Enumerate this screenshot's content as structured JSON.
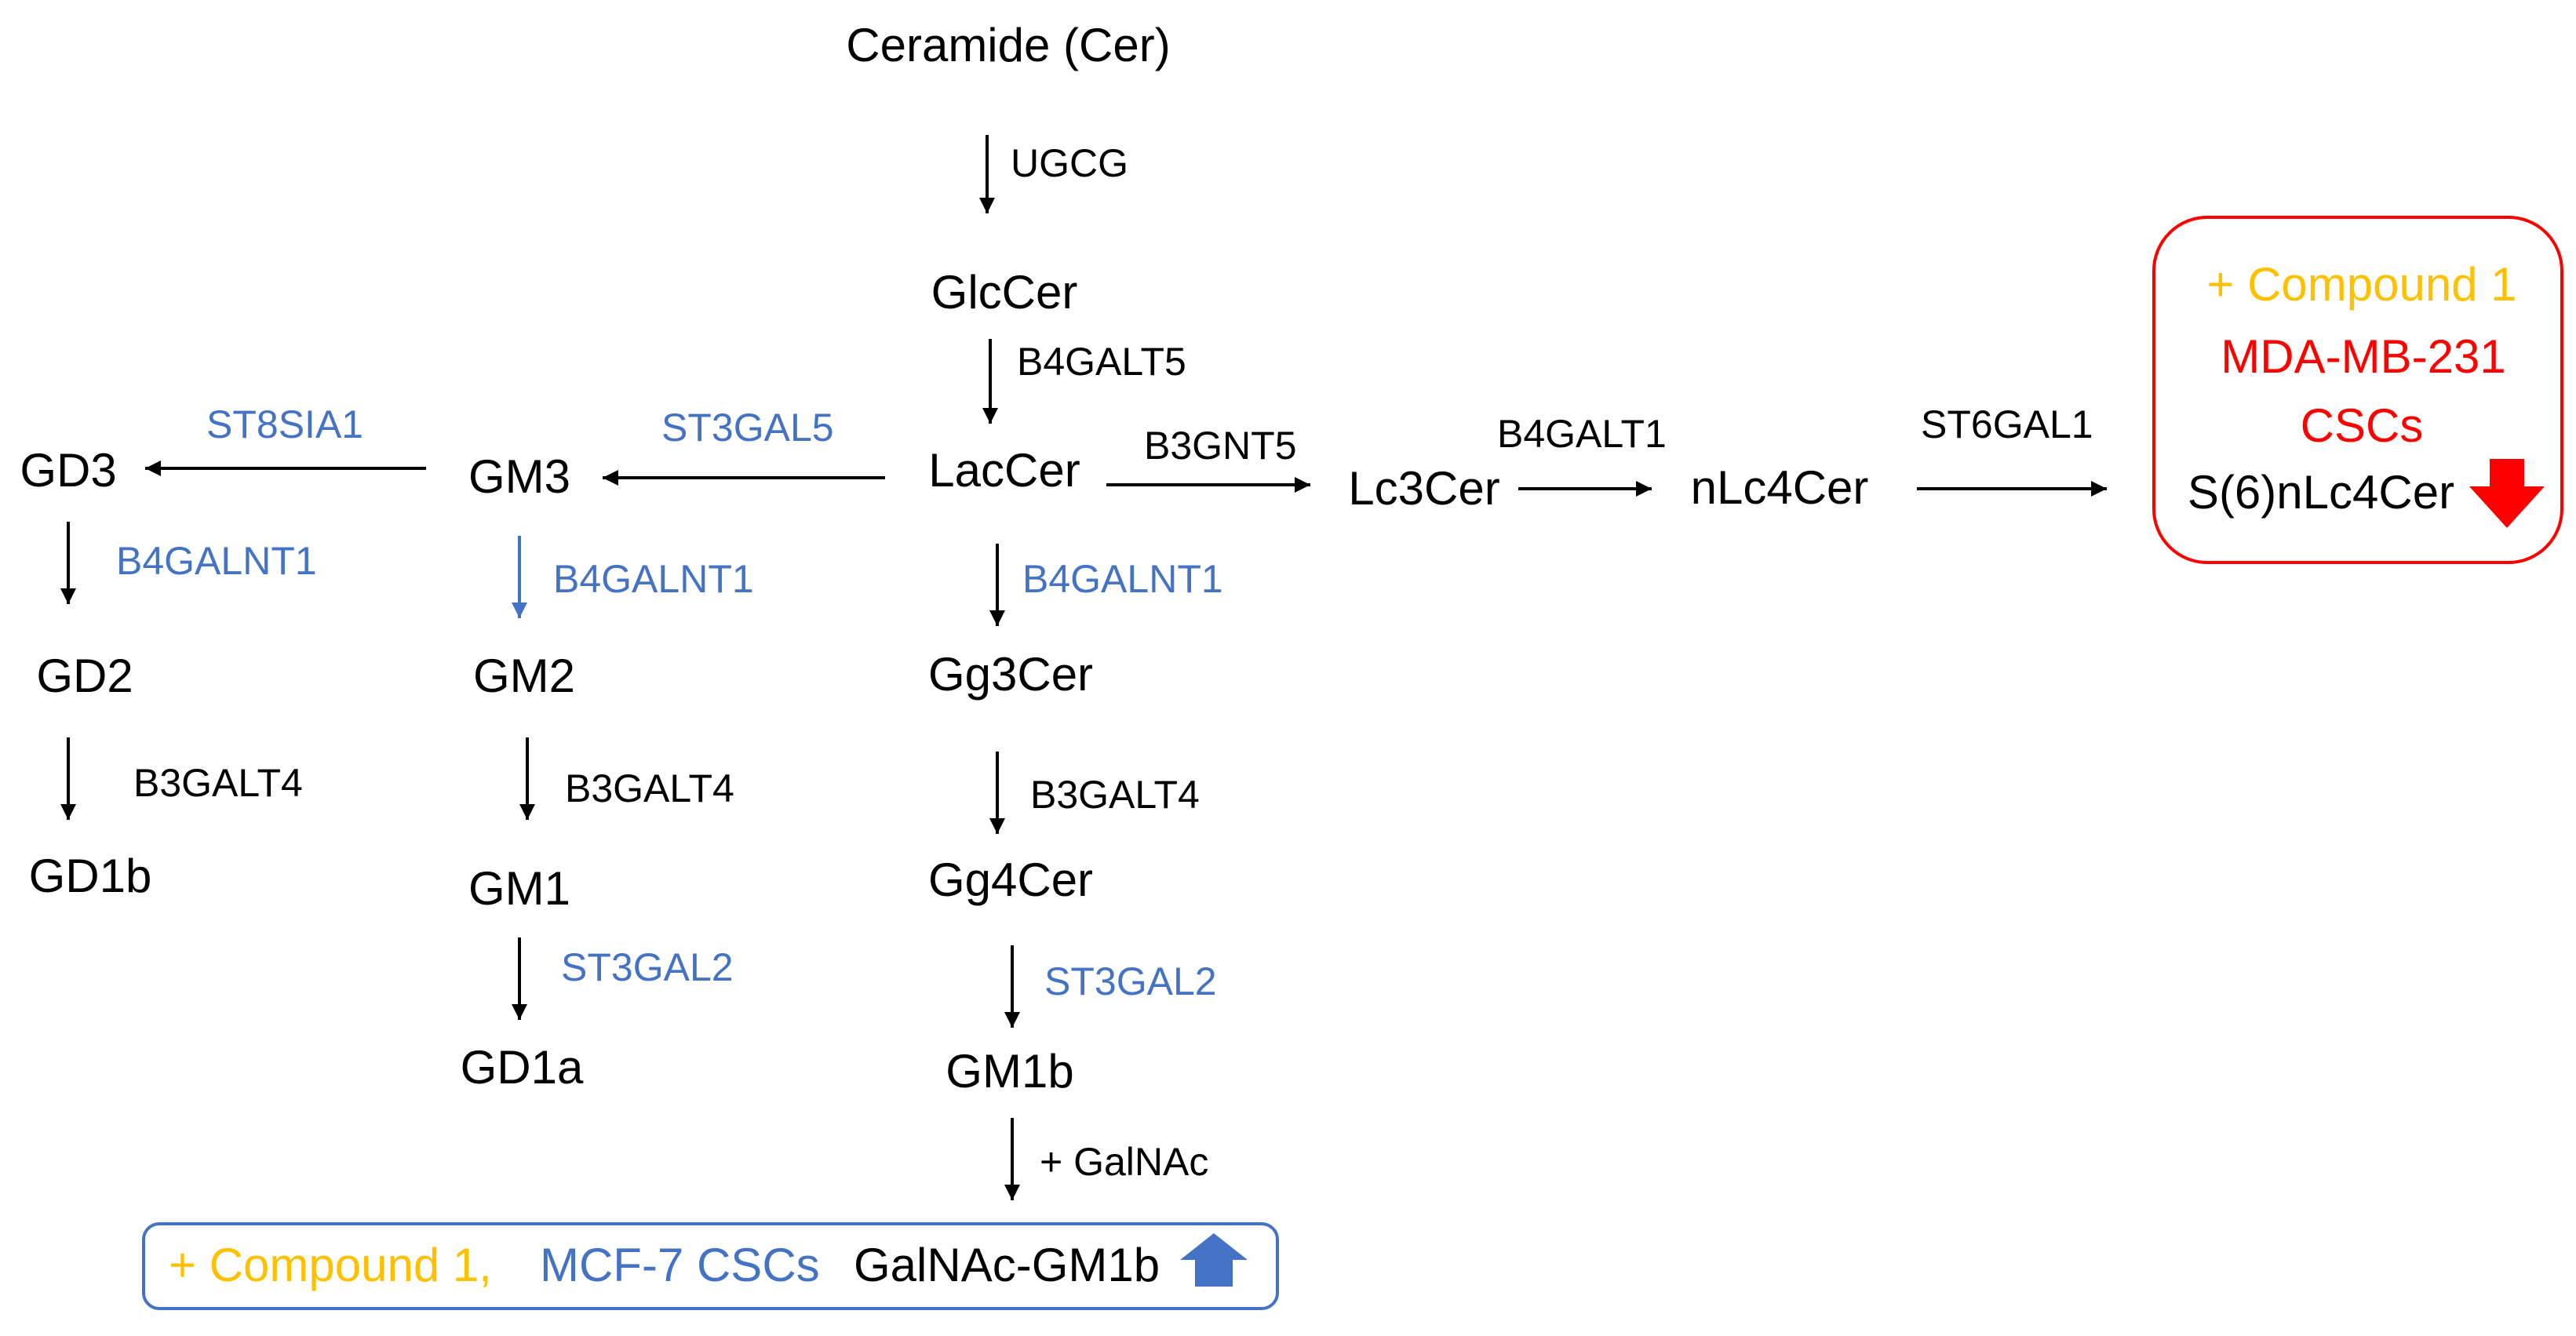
{
  "colors": {
    "black": "#000000",
    "blue": "#4472C4",
    "red": "#FF0000",
    "orange": "#FFC000"
  },
  "nodes": {
    "ceramide": "Ceramide (Cer)",
    "glccer": "GlcCer",
    "laccer": "LacCer",
    "gm3": "GM3",
    "gd3": "GD3",
    "gd2": "GD2",
    "gd1b": "GD1b",
    "gm2": "GM2",
    "gm1": "GM1",
    "gd1a": "GD1a",
    "gg3cer": "Gg3Cer",
    "gg4cer": "Gg4Cer",
    "gm1b": "GM1b",
    "lc3cer": "Lc3Cer",
    "nlc4cer": "nLc4Cer",
    "s6nlc4cer": "S(6)nLc4Cer",
    "galnac_gm1b": "GalNAc-GM1b"
  },
  "enzymes": {
    "ugcg": "UGCG",
    "b4galt5": "B4GALT5",
    "st8sia1": "ST8SIA1",
    "st3gal5": "ST3GAL5",
    "b3gnt5": "B3GNT5",
    "b4galt1": "B4GALT1",
    "st6gal1": "ST6GAL1",
    "b4galnt1_gd3": "B4GALNT1",
    "b4galnt1_gm3": "B4GALNT1",
    "b4galnt1_laccer": "B4GALNT1",
    "b3galt4_gd2": "B3GALT4",
    "b3galt4_gm2": "B3GALT4",
    "b3galt4_gg3": "B3GALT4",
    "st3gal2_gm1": "ST3GAL2",
    "st3gal2_gg4": "ST3GAL2",
    "galnac": "+ GalNAc"
  },
  "red_box": {
    "compound": "+ Compound 1",
    "cell_line": "MDA-MB-231",
    "cell_type": "CSCs",
    "trend": "down",
    "trend_icon": "down-arrow-icon"
  },
  "blue_box": {
    "compound": "+ Compound 1,",
    "cell_line": "MCF-7 CSCs",
    "trend": "up",
    "trend_icon": "up-arrow-icon"
  }
}
